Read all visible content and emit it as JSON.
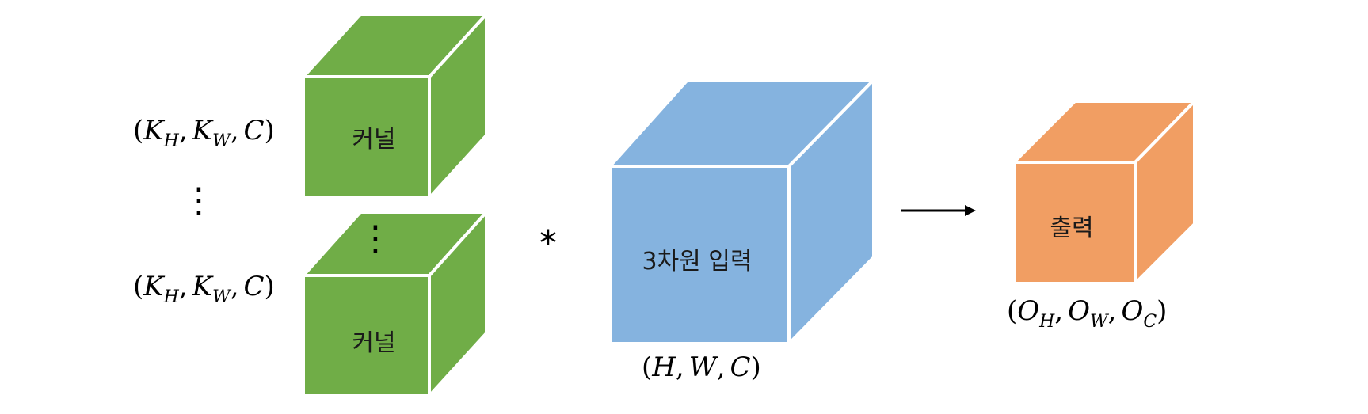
{
  "colors": {
    "kernel": "#70ad47",
    "input": "#85b3df",
    "output": "#f19e63",
    "edge": "#ffffff",
    "arrow": "#000000"
  },
  "kernel_top": {
    "label": "커널",
    "dims": {
      "open": "(",
      "v1": "K",
      "s1": "H",
      "sep1": ",",
      "v2": "K",
      "s2": "W",
      "sep2": ",",
      "v3": "C",
      "close": ")"
    }
  },
  "kernel_bottom": {
    "label": "커널",
    "dims": {
      "open": "(",
      "v1": "K",
      "s1": "H",
      "sep1": ",",
      "v2": "K",
      "s2": "W",
      "sep2": ",",
      "v3": "C",
      "close": ")"
    }
  },
  "vertical_ellipsis": "⋮",
  "operator": "*",
  "input_cube": {
    "label": "3차원 입력",
    "dims": {
      "open": "(",
      "v1": "H",
      "sep1": ",",
      "v2": "W",
      "sep2": ",",
      "v3": "C",
      "close": ")"
    }
  },
  "output_cube": {
    "label": "출력",
    "dims": {
      "open": "(",
      "v1": "O",
      "s1": "H",
      "sep1": ",",
      "v2": "O",
      "s2": "W",
      "sep2": ",",
      "v3": "O",
      "s3": "C",
      "close": ")"
    }
  },
  "arrow_icon": "right-arrow"
}
